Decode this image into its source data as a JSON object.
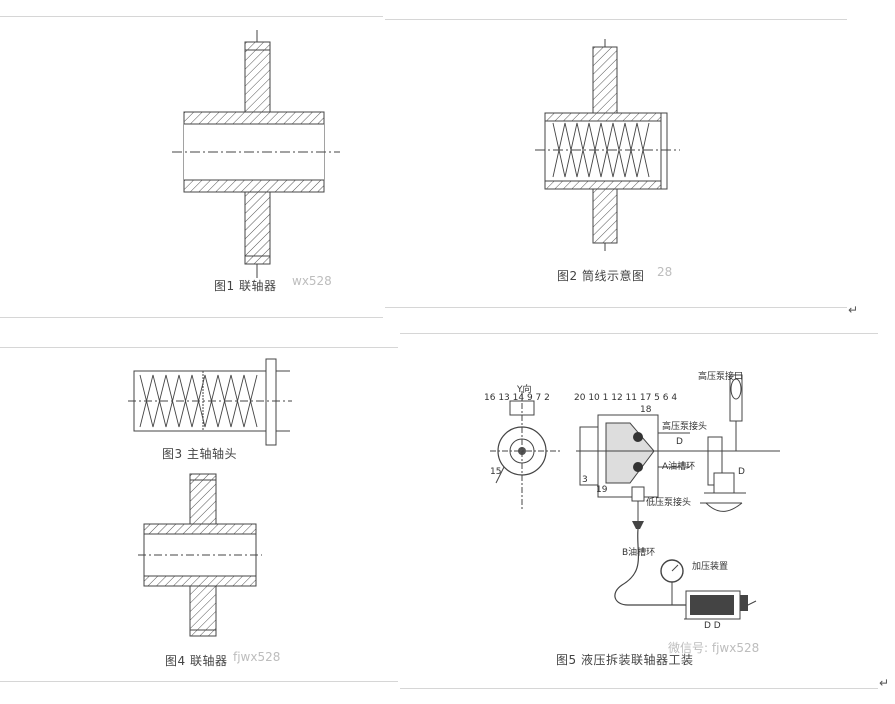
{
  "paragraph_mark": "↵",
  "fig1": {
    "caption": "图1 联轴器",
    "watermark": "wx528"
  },
  "fig2": {
    "caption": "图2 筒线示意图",
    "watermark": "28"
  },
  "fig3": {
    "caption": "图3 主轴轴头"
  },
  "fig4": {
    "caption": "图4 联轴器",
    "watermark": "fjwx528"
  },
  "fig5": {
    "caption": "图5 液压拆装联轴器工装",
    "watermark": "微信号: fjwx528",
    "view_label": "Y向",
    "numbers_left": "16 13 14 9 7 2",
    "numbers_mid": "20  10 1 12 11 17 5  6  4",
    "label_high_pump_a": "高压泵接头",
    "label_high_pump_top": "高压泵接口",
    "label_a_ring": "A油槽环",
    "label_d": "D",
    "label_d_pump": "D",
    "label_low_pump": "低压泵接头",
    "label_b_ring": "B油槽环",
    "label_pressure_device": "加压装置",
    "num_15": "15",
    "num_3": "3",
    "num_19": "19",
    "num_18": "18",
    "label_dd": "D   D"
  }
}
